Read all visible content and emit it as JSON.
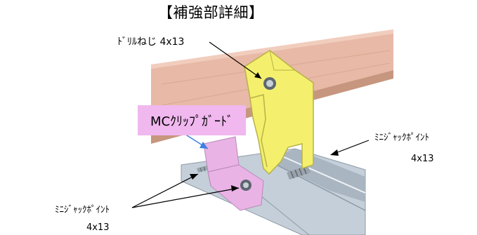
{
  "title": "【補強部詳細】",
  "labels": {
    "drill_screw": "ﾄﾞﾘﾙねじ 4x13",
    "mc_clip_guard": "MCｸﾘｯﾌﾟｶﾞｰﾄﾞ",
    "mini_jack_point_right": "ﾐﾆｼﾞｬｯｸﾎﾟｲﾝﾄ",
    "mini_jack_point_right_size": "4x13",
    "mini_jack_point_left": "ﾐﾆｼﾞｬｯｸﾎﾟｲﾝﾄ",
    "mini_jack_point_left_size": "4x13"
  },
  "colors": {
    "beam": "#e8b9a6",
    "beam_shadow": "#c7967f",
    "bracket": "#f4f06e",
    "bracket_edge": "#b7b247",
    "guard": "#e9b3e6",
    "guard_box": "#f0b8ee",
    "channel": "#c4cfd9",
    "channel_dark": "#8e9aa6",
    "arrow": "#3d7fe0"
  }
}
